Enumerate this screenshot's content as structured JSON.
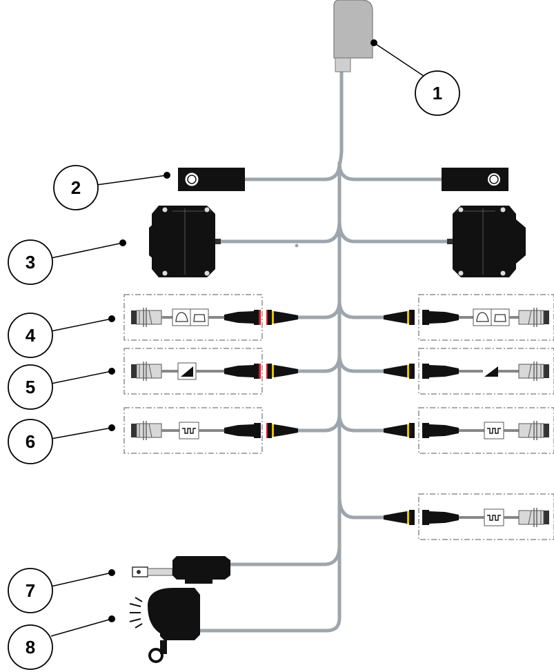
{
  "callouts": [
    {
      "number": "1"
    },
    {
      "number": "2"
    },
    {
      "number": "3"
    },
    {
      "number": "4"
    },
    {
      "number": "5"
    },
    {
      "number": "6"
    },
    {
      "number": "7"
    },
    {
      "number": "8"
    }
  ],
  "colors": {
    "cable": "#9da5ad",
    "device": "#1c1c1c",
    "connector_top": "#b8b8b8",
    "sensor_body": "#d8d8d8",
    "frame": "#555555",
    "accent_red": "#d71920",
    "accent_yellow": "#e8c400"
  },
  "icons": {
    "main_connector": "plug-connector-icon",
    "load_cell": "weighing-cell-icon",
    "actuator_box": "actuator-box-icon",
    "sensor_speed": "speed-sensor-icon",
    "sensor_position": "ramp-sensor-icon",
    "sensor_pulse": "pulse-sensor-icon",
    "linear_actuator": "linear-actuator-icon",
    "work_light": "work-light-icon"
  }
}
